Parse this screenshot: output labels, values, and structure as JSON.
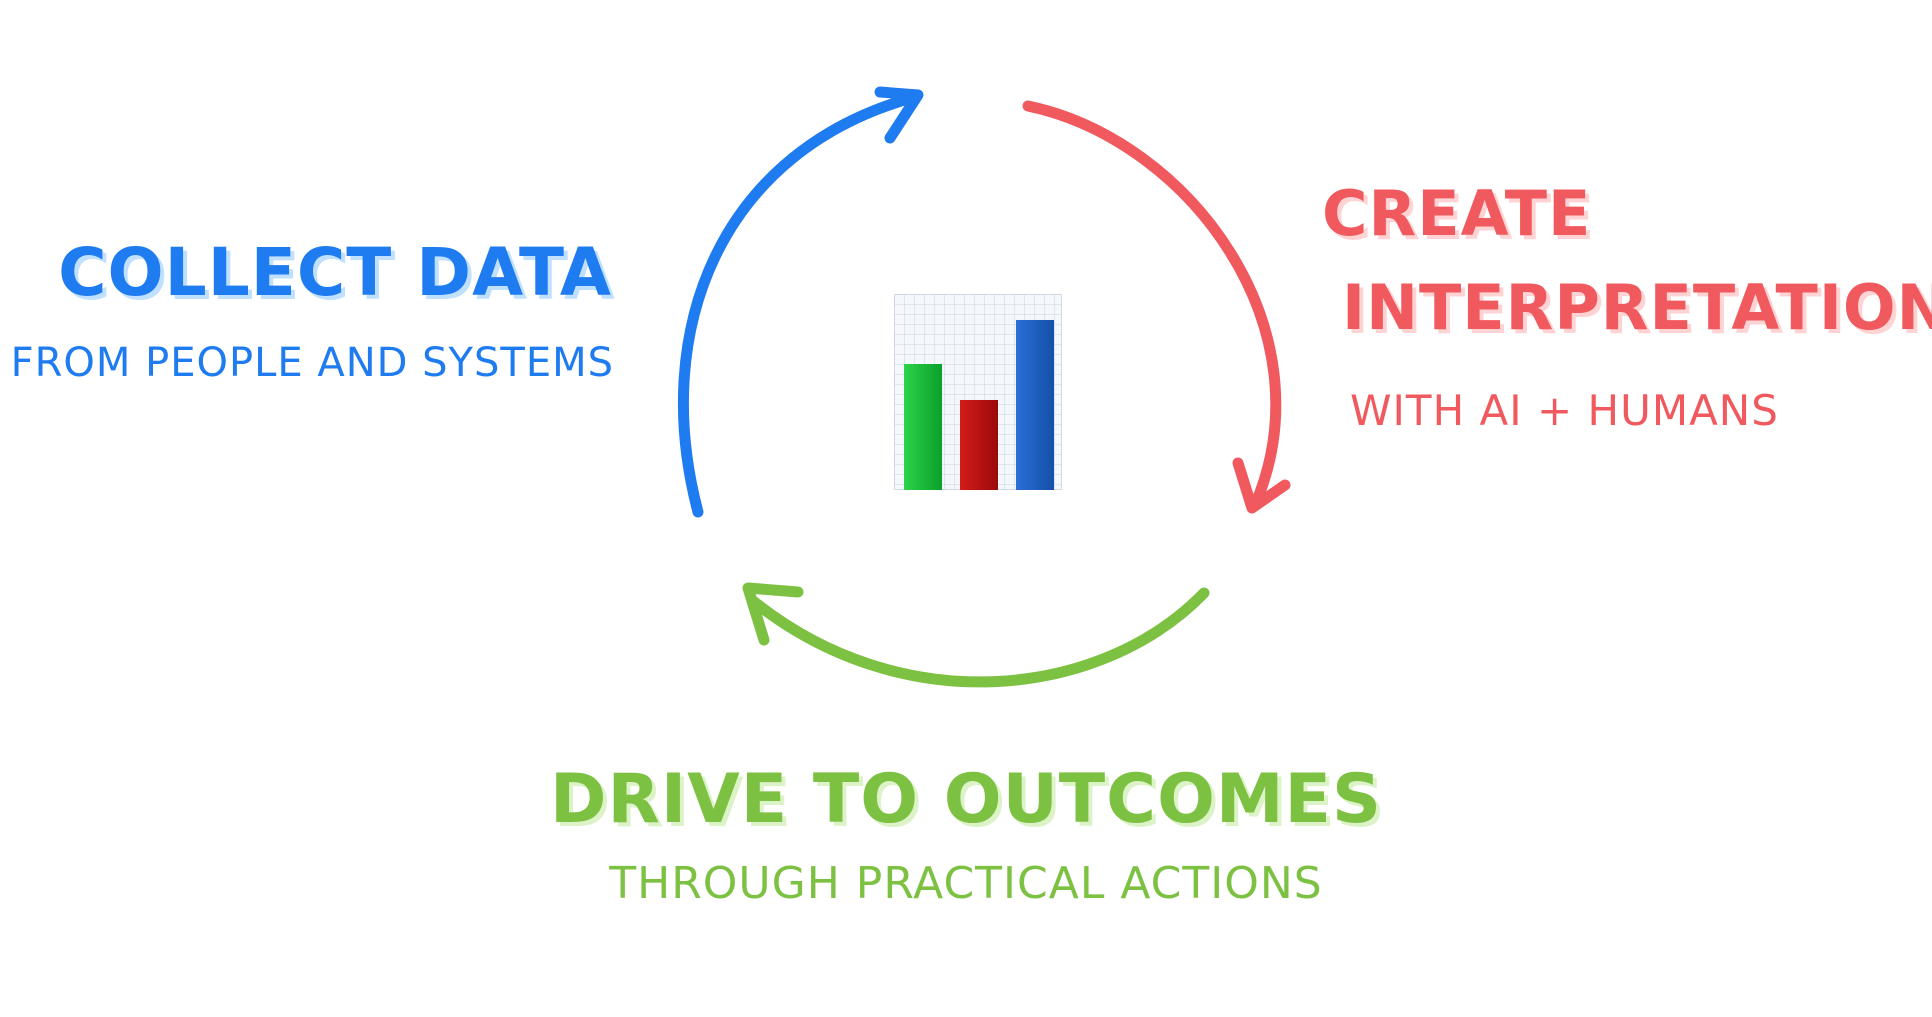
{
  "colors": {
    "blue": "#1e7bf0",
    "red": "#f05a5e",
    "green": "#7dc142"
  },
  "collect": {
    "title": "Collect Data",
    "subtitle": "From people and systems"
  },
  "create": {
    "title_line1": "Create",
    "title_line2": "Interpretation",
    "subtitle": "With AI + Humans"
  },
  "drive": {
    "title": "Drive to outcomes",
    "subtitle": "Through practical actions"
  },
  "center_icon": "bar-chart-icon"
}
